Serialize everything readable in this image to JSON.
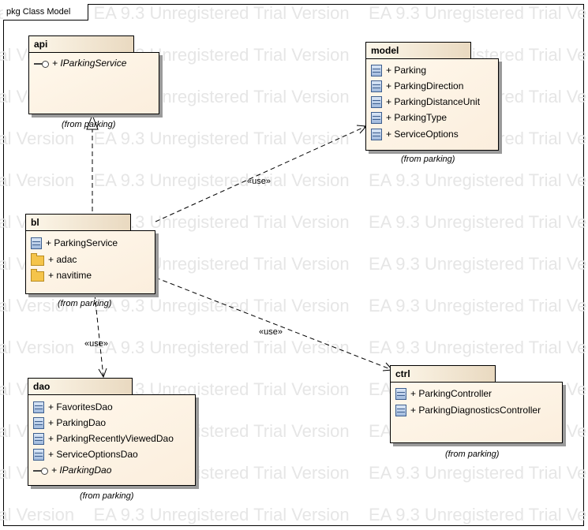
{
  "diagram": {
    "frame_title": "pkg Class Model",
    "watermark": "EA 9.3 Unregistered Trial Version",
    "from_note": "(from parking)",
    "use_stereotype": "«use»",
    "packages": {
      "api": {
        "name": "api",
        "items": [
          {
            "icon": "interface-icon",
            "label": "+ IParkingService",
            "italic": true
          }
        ]
      },
      "model": {
        "name": "model",
        "items": [
          {
            "icon": "class-icon",
            "label": "+ Parking"
          },
          {
            "icon": "class-icon",
            "label": "+ ParkingDirection"
          },
          {
            "icon": "class-icon",
            "label": "+ ParkingDistanceUnit"
          },
          {
            "icon": "class-icon",
            "label": "+ ParkingType"
          },
          {
            "icon": "class-icon",
            "label": "+ ServiceOptions"
          }
        ]
      },
      "bl": {
        "name": "bl",
        "items": [
          {
            "icon": "class-icon",
            "label": "+ ParkingService"
          },
          {
            "icon": "folder-icon",
            "label": "+ adac"
          },
          {
            "icon": "folder-icon",
            "label": "+ navitime"
          }
        ]
      },
      "dao": {
        "name": "dao",
        "items": [
          {
            "icon": "class-icon",
            "label": "+ FavoritesDao"
          },
          {
            "icon": "class-icon",
            "label": "+ ParkingDao"
          },
          {
            "icon": "class-icon",
            "label": "+ ParkingRecentlyViewedDao"
          },
          {
            "icon": "class-icon",
            "label": "+ ServiceOptionsDao"
          },
          {
            "icon": "interface-icon",
            "label": "+ IParkingDao",
            "italic": true
          }
        ]
      },
      "ctrl": {
        "name": "ctrl",
        "items": [
          {
            "icon": "class-icon",
            "label": "+ ParkingController"
          },
          {
            "icon": "class-icon",
            "label": "+ ParkingDiagnosticsController"
          }
        ]
      }
    }
  }
}
